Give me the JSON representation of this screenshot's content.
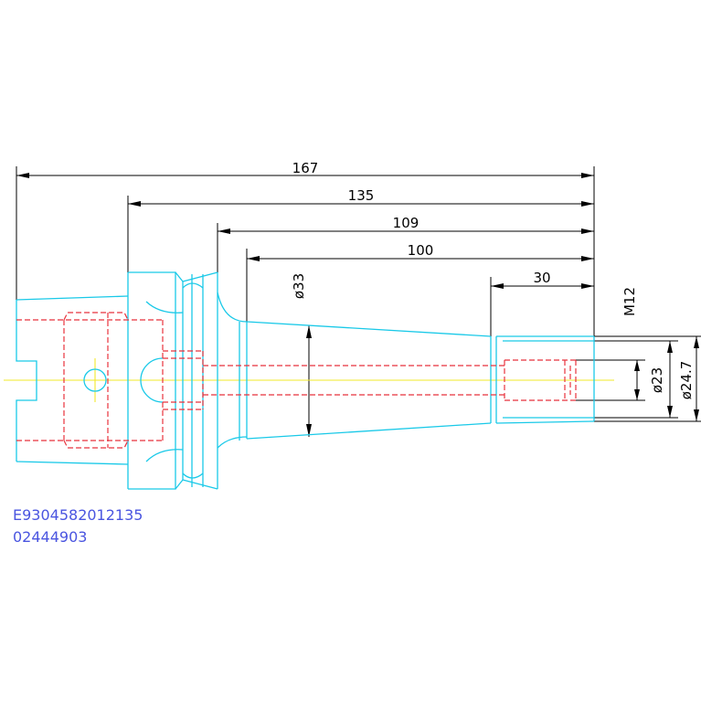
{
  "dimensions": {
    "overall_length": "167",
    "flange_length": "135",
    "body_length": "109",
    "taper_length": "100",
    "tip_length": "30",
    "taper_diameter": "ø33",
    "thread": "M12",
    "bore_diameter": "ø23",
    "tip_diameter": "ø24.7"
  },
  "part_codes": {
    "line1": "E9304582012135",
    "line2": "02444903"
  },
  "colors": {
    "outline": "#19c9e8",
    "hidden": "#e8323c",
    "centerline": "#f2e92a",
    "dimension": "#000000",
    "code_text": "#4a55e0"
  }
}
